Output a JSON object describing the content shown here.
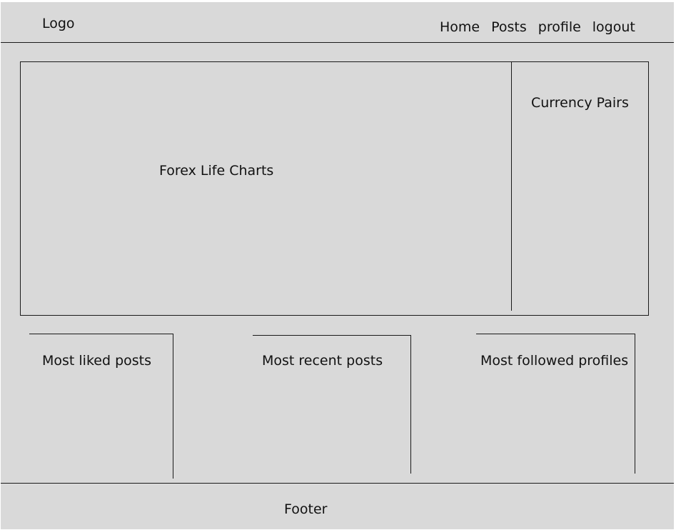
{
  "header": {
    "logo": "Logo",
    "nav": [
      "Home",
      "Posts",
      "profile",
      "logout"
    ]
  },
  "main": {
    "charts_label": "Forex Life Charts",
    "currency_label": "Currency Pairs"
  },
  "sections": {
    "liked": "Most liked posts",
    "recent": "Most recent posts",
    "followed": "Most followed profiles"
  },
  "footer": {
    "label": "Footer"
  },
  "colors": {
    "background": "#d9d9d9",
    "line": "#1a1a1a"
  }
}
